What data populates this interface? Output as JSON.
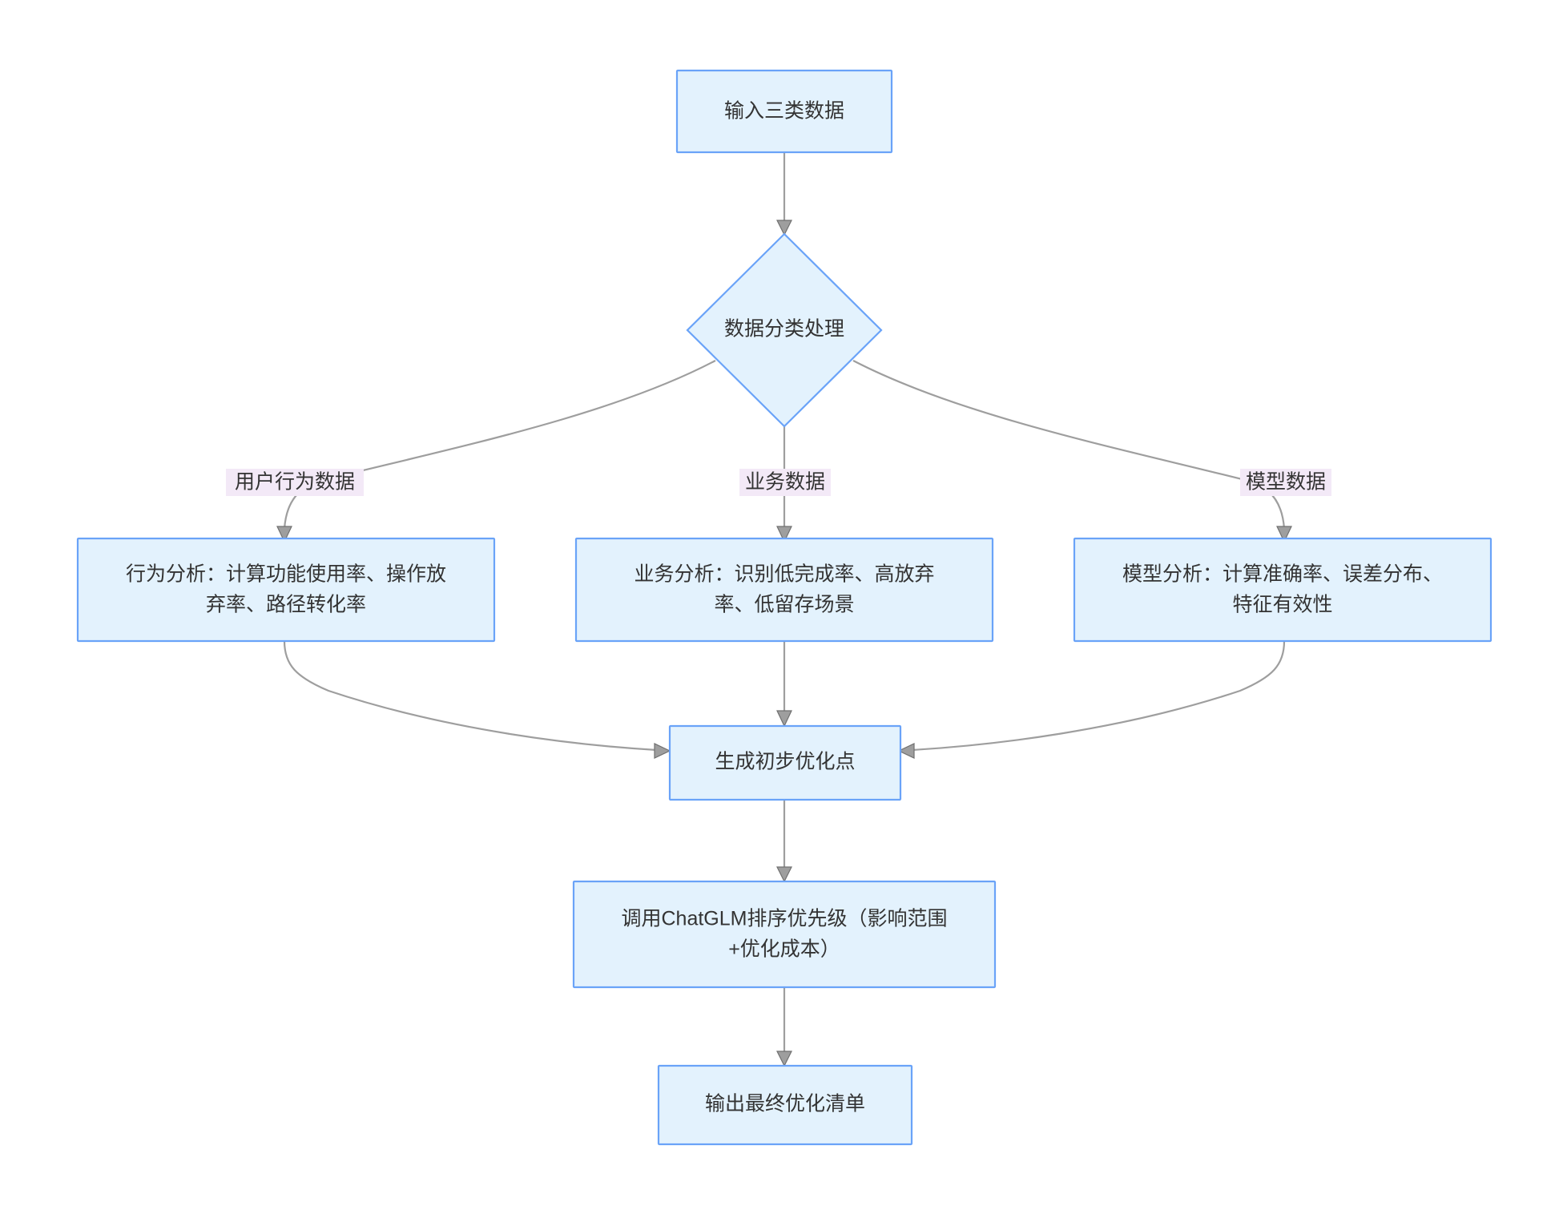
{
  "diagram": {
    "type": "flowchart",
    "direction": "top-to-bottom",
    "title_visible": false,
    "colors": {
      "node_fill": "#e3f2fd",
      "node_border": "#6aa3f8",
      "node_text": "#333333",
      "edge_line": "#9e9e9e",
      "edge_label_bg": "#f3e9f7",
      "arrowhead": "#9e9e9e",
      "canvas": "#ffffff"
    },
    "nodes": [
      {
        "id": "input",
        "shape": "rect",
        "label": "输入三类数据"
      },
      {
        "id": "classify",
        "shape": "diamond",
        "label": "数据分类处理"
      },
      {
        "id": "behavior",
        "shape": "rect",
        "label": "行为分析：计算功能使用率、操作放\n弃率、路径转化率",
        "line1": "行为分析：计算功能使用率、操作放",
        "line2": "弃率、路径转化率"
      },
      {
        "id": "business",
        "shape": "rect",
        "label": "业务分析：识别低完成率、高放弃\n率、低留存场景",
        "line1": "业务分析：识别低完成率、高放弃",
        "line2": "率、低留存场景"
      },
      {
        "id": "model",
        "shape": "rect",
        "label": "模型分析：计算准确率、误差分布、\n特征有效性",
        "line1": "模型分析：计算准确率、误差分布、",
        "line2": "特征有效性"
      },
      {
        "id": "prelim",
        "shape": "rect",
        "label": "生成初步优化点"
      },
      {
        "id": "chatglm",
        "shape": "rect",
        "label": "调用ChatGLM排序优先级（影响范围\n+优化成本）",
        "line1": "调用ChatGLM排序优先级（影响范围",
        "line2": "+优化成本）"
      },
      {
        "id": "output",
        "shape": "rect",
        "label": "输出最终优化清单"
      }
    ],
    "edges": [
      {
        "from": "input",
        "to": "classify",
        "label": ""
      },
      {
        "from": "classify",
        "to": "behavior",
        "label": "用户行为数据"
      },
      {
        "from": "classify",
        "to": "business",
        "label": "业务数据"
      },
      {
        "from": "classify",
        "to": "model",
        "label": "模型数据"
      },
      {
        "from": "behavior",
        "to": "prelim",
        "label": ""
      },
      {
        "from": "business",
        "to": "prelim",
        "label": ""
      },
      {
        "from": "model",
        "to": "prelim",
        "label": ""
      },
      {
        "from": "prelim",
        "to": "chatglm",
        "label": ""
      },
      {
        "from": "chatglm",
        "to": "output",
        "label": ""
      }
    ],
    "edge_labels": {
      "user_behavior_data": "用户行为数据",
      "business_data": "业务数据",
      "model_data": "模型数据"
    }
  }
}
